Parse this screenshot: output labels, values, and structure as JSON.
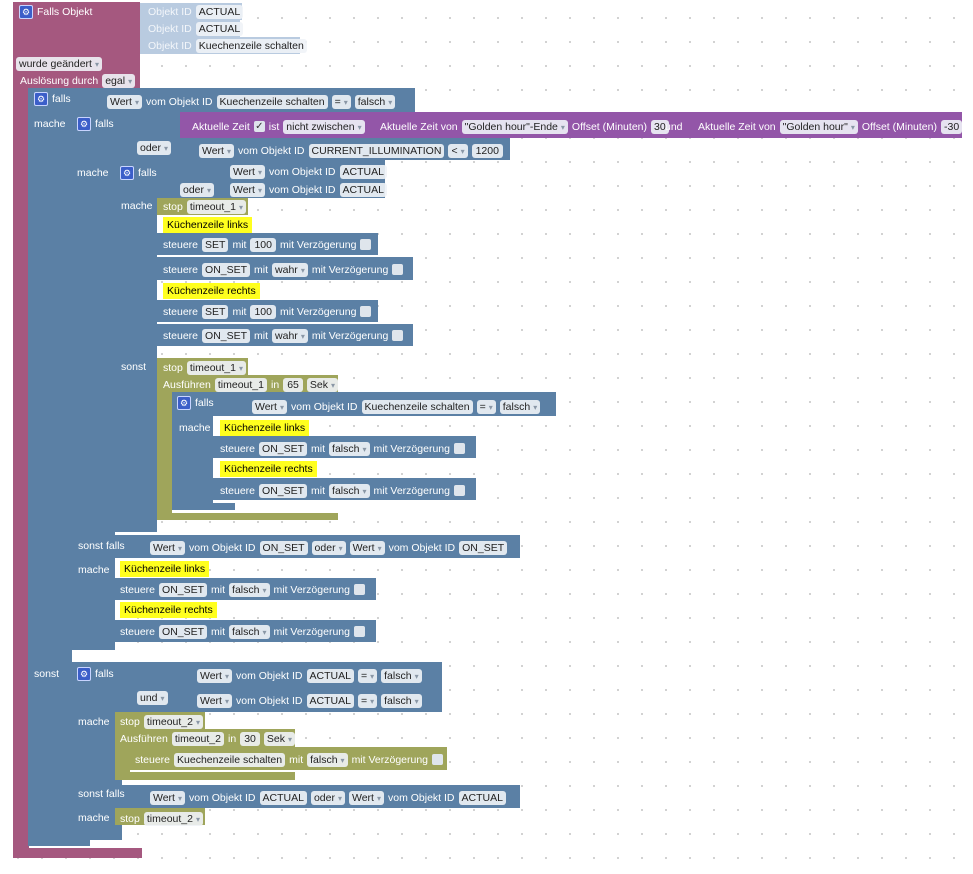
{
  "colors": {
    "event": "#a5587f",
    "logic": "#5b80a5",
    "timeout": "#9fa55b",
    "time": "#9356a8",
    "objectid": "#b9cbe0",
    "comment": "#ffff1e"
  },
  "rows": [
    [
      {
        "k": "gear",
        "icon": "gear-icon"
      },
      {
        "k": "lbl",
        "t": "Falls Objekt"
      }
    ],
    [
      {
        "k": "lbl",
        "t": "Objekt ID"
      },
      {
        "k": "fld",
        "t": "ACTUAL"
      }
    ],
    [
      {
        "k": "lbl",
        "t": "Objekt ID"
      },
      {
        "k": "fld",
        "t": "ACTUAL"
      }
    ],
    [
      {
        "k": "lbl",
        "t": "Objekt ID"
      },
      {
        "k": "fld",
        "t": "Kuechenzeile schalten"
      }
    ],
    [
      {
        "k": "dd",
        "t": "wurde geändert"
      }
    ],
    [
      {
        "k": "lbl",
        "t": "Auslösung durch"
      },
      {
        "k": "dd",
        "t": "egal"
      }
    ],
    [
      {
        "k": "gear",
        "icon": "gear-icon"
      },
      {
        "k": "lbl",
        "t": "falls"
      }
    ],
    [
      {
        "k": "dd",
        "t": "Wert"
      },
      {
        "k": "lbl",
        "t": "vom Objekt ID"
      },
      {
        "k": "fld",
        "t": "Kuechenzeile schalten"
      },
      {
        "k": "dd",
        "t": "="
      },
      {
        "k": "dd",
        "t": "falsch"
      }
    ],
    [
      {
        "k": "lbl",
        "t": "mache"
      }
    ],
    [
      {
        "k": "gear",
        "icon": "gear-icon"
      },
      {
        "k": "lbl",
        "t": "falls"
      }
    ],
    [
      {
        "k": "lbl",
        "t": "Aktuelle Zeit"
      },
      {
        "k": "chk",
        "checked": true
      },
      {
        "k": "lbl",
        "t": "ist"
      },
      {
        "k": "dd",
        "t": "nicht zwischen"
      }
    ],
    [
      {
        "k": "lbl",
        "t": "Aktuelle Zeit von"
      },
      {
        "k": "dd",
        "t": "\"Golden hour\"-Ende"
      },
      {
        "k": "lbl",
        "t": "Offset (Minuten)"
      },
      {
        "k": "fld",
        "t": "30"
      }
    ],
    [
      {
        "k": "lbl",
        "t": "und"
      }
    ],
    [
      {
        "k": "lbl",
        "t": "Aktuelle Zeit von"
      },
      {
        "k": "dd",
        "t": "\"Golden hour\""
      },
      {
        "k": "lbl",
        "t": "Offset (Minuten)"
      },
      {
        "k": "fld",
        "t": "-30"
      }
    ],
    [
      {
        "k": "dd",
        "t": "oder"
      }
    ],
    [
      {
        "k": "dd",
        "t": "Wert"
      },
      {
        "k": "lbl",
        "t": "vom Objekt ID"
      },
      {
        "k": "fld",
        "t": "CURRENT_ILLUMINATION"
      },
      {
        "k": "dd",
        "t": "<"
      },
      {
        "k": "num",
        "t": "1200"
      }
    ],
    [
      {
        "k": "lbl",
        "t": "mache"
      }
    ],
    [
      {
        "k": "gear",
        "icon": "gear-icon"
      },
      {
        "k": "lbl",
        "t": "falls"
      }
    ],
    [
      {
        "k": "dd",
        "t": "Wert"
      },
      {
        "k": "lbl",
        "t": "vom Objekt ID"
      },
      {
        "k": "fld",
        "t": "ACTUAL"
      }
    ],
    [
      {
        "k": "dd",
        "t": "oder"
      }
    ],
    [
      {
        "k": "dd",
        "t": "Wert"
      },
      {
        "k": "lbl",
        "t": "vom Objekt ID"
      },
      {
        "k": "fld",
        "t": "ACTUAL"
      }
    ],
    [
      {
        "k": "lbl",
        "t": "mache"
      }
    ],
    [
      {
        "k": "lbl",
        "t": "stop"
      },
      {
        "k": "dd",
        "t": "timeout_1"
      }
    ],
    [
      {
        "k": "cmt",
        "t": "Küchenzeile links"
      }
    ],
    [
      {
        "k": "lbl",
        "t": "steuere"
      },
      {
        "k": "fld",
        "t": "SET"
      },
      {
        "k": "lbl",
        "t": "mit"
      },
      {
        "k": "num",
        "t": "100"
      },
      {
        "k": "lbl",
        "t": "mit Verzögerung"
      },
      {
        "k": "chk",
        "checked": false
      }
    ],
    [
      {
        "k": "lbl",
        "t": "steuere"
      },
      {
        "k": "fld",
        "t": "ON_SET"
      },
      {
        "k": "lbl",
        "t": "mit"
      },
      {
        "k": "dd",
        "t": "wahr"
      },
      {
        "k": "lbl",
        "t": "mit Verzögerung"
      },
      {
        "k": "chk",
        "checked": false
      }
    ],
    [
      {
        "k": "cmt",
        "t": "Küchenzeile rechts"
      }
    ],
    [
      {
        "k": "lbl",
        "t": "steuere"
      },
      {
        "k": "fld",
        "t": "SET"
      },
      {
        "k": "lbl",
        "t": "mit"
      },
      {
        "k": "num",
        "t": "100"
      },
      {
        "k": "lbl",
        "t": "mit Verzögerung"
      },
      {
        "k": "chk",
        "checked": false
      }
    ],
    [
      {
        "k": "lbl",
        "t": "steuere"
      },
      {
        "k": "fld",
        "t": "ON_SET"
      },
      {
        "k": "lbl",
        "t": "mit"
      },
      {
        "k": "dd",
        "t": "wahr"
      },
      {
        "k": "lbl",
        "t": "mit Verzögerung"
      },
      {
        "k": "chk",
        "checked": false
      }
    ],
    [
      {
        "k": "lbl",
        "t": "sonst"
      }
    ],
    [
      {
        "k": "lbl",
        "t": "stop"
      },
      {
        "k": "dd",
        "t": "timeout_1"
      }
    ],
    [
      {
        "k": "lbl",
        "t": "Ausführen"
      },
      {
        "k": "fld",
        "t": "timeout_1"
      },
      {
        "k": "lbl",
        "t": "in"
      },
      {
        "k": "num",
        "t": "65"
      },
      {
        "k": "dd",
        "t": "Sek"
      }
    ],
    [
      {
        "k": "gear",
        "icon": "gear-icon"
      },
      {
        "k": "lbl",
        "t": "falls"
      }
    ],
    [
      {
        "k": "dd",
        "t": "Wert"
      },
      {
        "k": "lbl",
        "t": "vom Objekt ID"
      },
      {
        "k": "fld",
        "t": "Kuechenzeile schalten"
      },
      {
        "k": "dd",
        "t": "="
      },
      {
        "k": "dd",
        "t": "falsch"
      }
    ],
    [
      {
        "k": "lbl",
        "t": "mache"
      }
    ],
    [
      {
        "k": "cmt",
        "t": "Küchenzeile links"
      }
    ],
    [
      {
        "k": "lbl",
        "t": "steuere"
      },
      {
        "k": "fld",
        "t": "ON_SET"
      },
      {
        "k": "lbl",
        "t": "mit"
      },
      {
        "k": "dd",
        "t": "falsch"
      },
      {
        "k": "lbl",
        "t": "mit Verzögerung"
      },
      {
        "k": "chk",
        "checked": false
      }
    ],
    [
      {
        "k": "cmt",
        "t": "Küchenzeile rechts"
      }
    ],
    [
      {
        "k": "lbl",
        "t": "steuere"
      },
      {
        "k": "fld",
        "t": "ON_SET"
      },
      {
        "k": "lbl",
        "t": "mit"
      },
      {
        "k": "dd",
        "t": "falsch"
      },
      {
        "k": "lbl",
        "t": "mit Verzögerung"
      },
      {
        "k": "chk",
        "checked": false
      }
    ],
    [
      {
        "k": "lbl",
        "t": "sonst falls"
      }
    ],
    [
      {
        "k": "dd",
        "t": "Wert"
      },
      {
        "k": "lbl",
        "t": "vom Objekt ID"
      },
      {
        "k": "fld",
        "t": "ON_SET"
      },
      {
        "k": "dd",
        "t": "oder"
      },
      {
        "k": "dd",
        "t": "Wert"
      },
      {
        "k": "lbl",
        "t": "vom Objekt ID"
      },
      {
        "k": "fld",
        "t": "ON_SET"
      }
    ],
    [
      {
        "k": "lbl",
        "t": "mache"
      }
    ],
    [
      {
        "k": "cmt",
        "t": "Küchenzeile links"
      }
    ],
    [
      {
        "k": "lbl",
        "t": "steuere"
      },
      {
        "k": "fld",
        "t": "ON_SET"
      },
      {
        "k": "lbl",
        "t": "mit"
      },
      {
        "k": "dd",
        "t": "falsch"
      },
      {
        "k": "lbl",
        "t": "mit Verzögerung"
      },
      {
        "k": "chk",
        "checked": false
      }
    ],
    [
      {
        "k": "cmt",
        "t": "Küchenzeile rechts"
      }
    ],
    [
      {
        "k": "lbl",
        "t": "steuere"
      },
      {
        "k": "fld",
        "t": "ON_SET"
      },
      {
        "k": "lbl",
        "t": "mit"
      },
      {
        "k": "dd",
        "t": "falsch"
      },
      {
        "k": "lbl",
        "t": "mit Verzögerung"
      },
      {
        "k": "chk",
        "checked": false
      }
    ],
    [
      {
        "k": "lbl",
        "t": "sonst"
      }
    ],
    [
      {
        "k": "gear",
        "icon": "gear-icon"
      },
      {
        "k": "lbl",
        "t": "falls"
      }
    ],
    [
      {
        "k": "dd",
        "t": "Wert"
      },
      {
        "k": "lbl",
        "t": "vom Objekt ID"
      },
      {
        "k": "fld",
        "t": "ACTUAL"
      },
      {
        "k": "dd",
        "t": "="
      },
      {
        "k": "dd",
        "t": "falsch"
      }
    ],
    [
      {
        "k": "dd",
        "t": "und"
      }
    ],
    [
      {
        "k": "dd",
        "t": "Wert"
      },
      {
        "k": "lbl",
        "t": "vom Objekt ID"
      },
      {
        "k": "fld",
        "t": "ACTUAL"
      },
      {
        "k": "dd",
        "t": "="
      },
      {
        "k": "dd",
        "t": "falsch"
      }
    ],
    [
      {
        "k": "lbl",
        "t": "mache"
      }
    ],
    [
      {
        "k": "lbl",
        "t": "stop"
      },
      {
        "k": "dd",
        "t": "timeout_2"
      }
    ],
    [
      {
        "k": "lbl",
        "t": "Ausführen"
      },
      {
        "k": "fld",
        "t": "timeout_2"
      },
      {
        "k": "lbl",
        "t": "in"
      },
      {
        "k": "num",
        "t": "30"
      },
      {
        "k": "dd",
        "t": "Sek"
      }
    ],
    [
      {
        "k": "lbl",
        "t": "steuere"
      },
      {
        "k": "fld",
        "t": "Kuechenzeile schalten"
      },
      {
        "k": "lbl",
        "t": "mit"
      },
      {
        "k": "dd",
        "t": "falsch"
      },
      {
        "k": "lbl",
        "t": "mit Verzögerung"
      },
      {
        "k": "chk",
        "checked": false
      }
    ],
    [
      {
        "k": "lbl",
        "t": "sonst falls"
      }
    ],
    [
      {
        "k": "dd",
        "t": "Wert"
      },
      {
        "k": "lbl",
        "t": "vom Objekt ID"
      },
      {
        "k": "fld",
        "t": "ACTUAL"
      },
      {
        "k": "dd",
        "t": "oder"
      },
      {
        "k": "dd",
        "t": "Wert"
      },
      {
        "k": "lbl",
        "t": "vom Objekt ID"
      },
      {
        "k": "fld",
        "t": "ACTUAL"
      }
    ],
    [
      {
        "k": "lbl",
        "t": "mache"
      }
    ],
    [
      {
        "k": "lbl",
        "t": "stop"
      },
      {
        "k": "dd",
        "t": "timeout_2"
      }
    ]
  ]
}
